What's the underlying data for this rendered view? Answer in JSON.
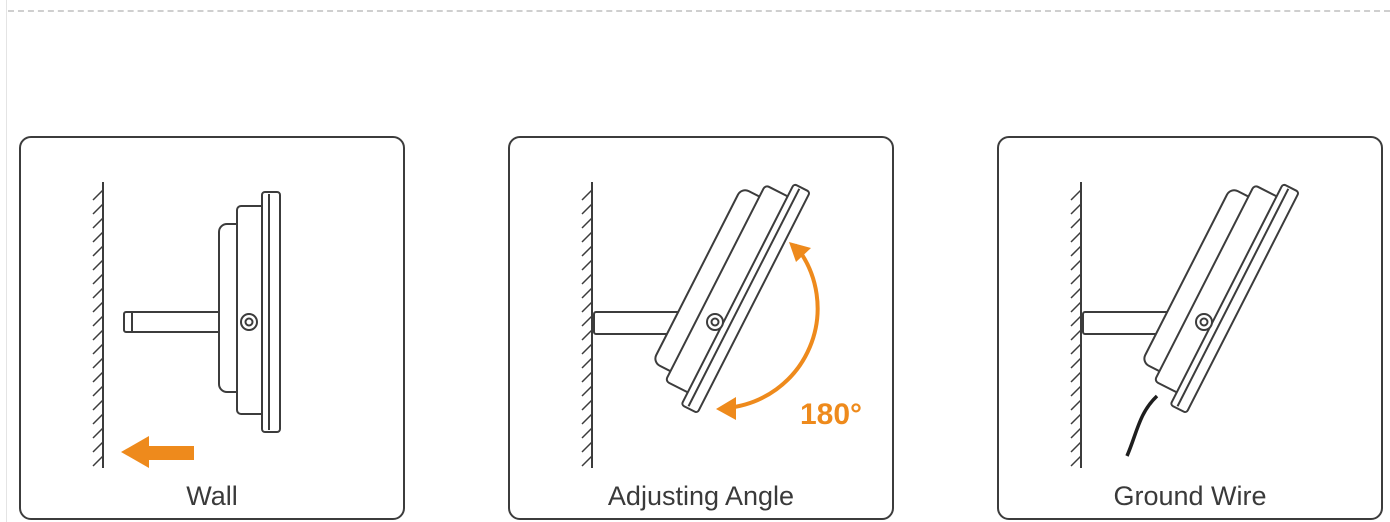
{
  "colors": {
    "accent": "#ee8a1c",
    "line": "#3c3c3c",
    "background": "#ffffff"
  },
  "panels": [
    {
      "id": "wall",
      "caption": "Wall",
      "icons": [
        "wall-hatch-icon",
        "flood-light-icon",
        "mounting-bracket-icon",
        "arrow-left-icon"
      ]
    },
    {
      "id": "adjusting-angle",
      "caption": "Adjusting Angle",
      "angle_label": "180°",
      "icons": [
        "wall-hatch-icon",
        "flood-light-tilted-icon",
        "mounting-bracket-icon",
        "rotation-arc-icon"
      ]
    },
    {
      "id": "ground-wire",
      "caption": "Ground Wire",
      "icons": [
        "wall-hatch-icon",
        "flood-light-tilted-icon",
        "mounting-bracket-icon",
        "ground-wire-cable-icon"
      ]
    }
  ]
}
